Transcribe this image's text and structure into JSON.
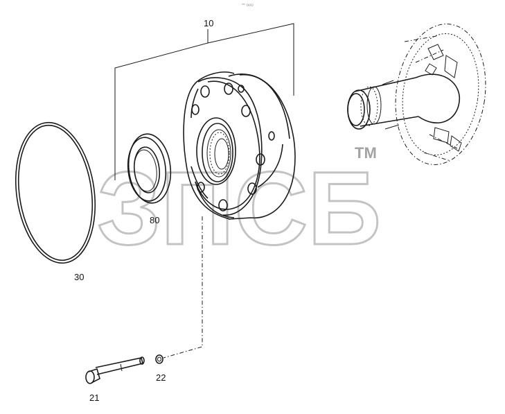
{
  "watermark": {
    "text": "ЗПСБ",
    "trademark": "TM"
  },
  "callouts": {
    "assembly": "10",
    "ring": "30",
    "seal": "80",
    "bolt": "21",
    "washer": "22"
  },
  "corner_mark": "™ ooo"
}
